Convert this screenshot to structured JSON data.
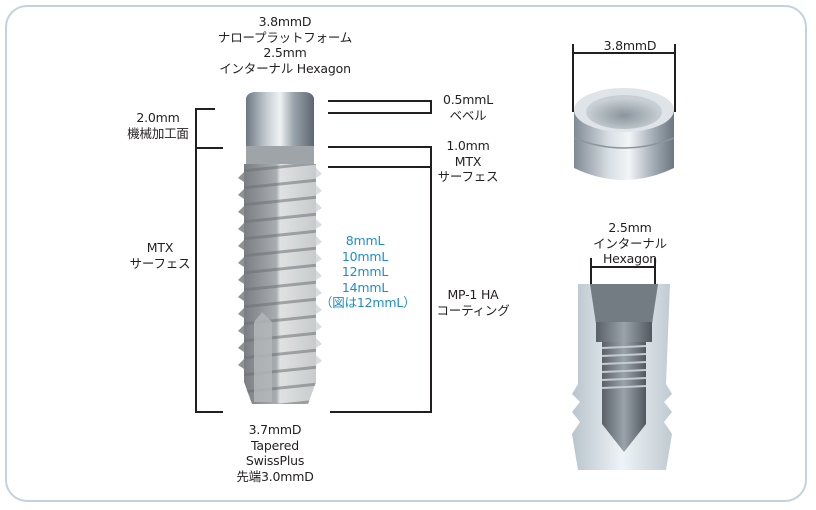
{
  "implant": {
    "top_label": [
      "3.8mmD",
      "ナロープラットフォーム",
      "2.5mm",
      "インターナル Hexagon"
    ],
    "machined_label": [
      "2.0mm",
      "機械加工面"
    ],
    "mtx_left_label": [
      "MTX",
      "サーフェス"
    ],
    "bevel_label": [
      "0.5mmL",
      "ベベル"
    ],
    "mtx_right_label": [
      "1.0mm",
      "MTX",
      "サーフェス"
    ],
    "lengths_label": [
      "8mmL",
      "10mmL",
      "12mmL",
      "14mmL",
      "（図は12mmL）"
    ],
    "coating_label": [
      "MP-1 HA",
      "コーティング"
    ],
    "bottom_label": [
      "3.7mmD",
      "Tapered",
      "SwissPlus",
      "先端3.0mmD"
    ]
  },
  "platform_detail": {
    "width_label": "3.8mmD"
  },
  "hex_detail": {
    "label": [
      "2.5mm",
      "インターナル",
      "Hexagon"
    ]
  },
  "colors": {
    "frame_border": "#c3d2dc",
    "accent_blue": "#1e8ccc",
    "line": "#231f20"
  }
}
